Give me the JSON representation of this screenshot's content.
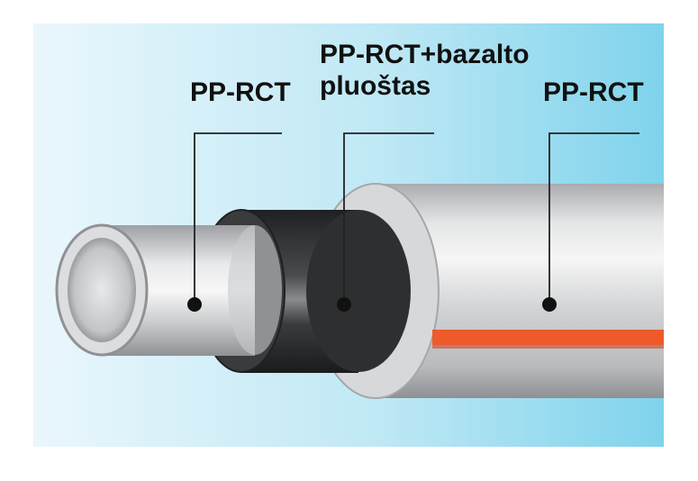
{
  "labels": {
    "inner_layer": "PP-RCT",
    "middle_layer_line1": "PP-RCT+bazalto",
    "middle_layer_line2": "pluoštas",
    "outer_layer": "PP-RCT"
  },
  "colors": {
    "background_left": "#e6f5fb",
    "background_right": "#7fd3ec",
    "pipe_grey": "#cfd1d3",
    "middle_layer": "#2e2f31",
    "stripe": "#ef5a2a",
    "text": "#111111"
  }
}
